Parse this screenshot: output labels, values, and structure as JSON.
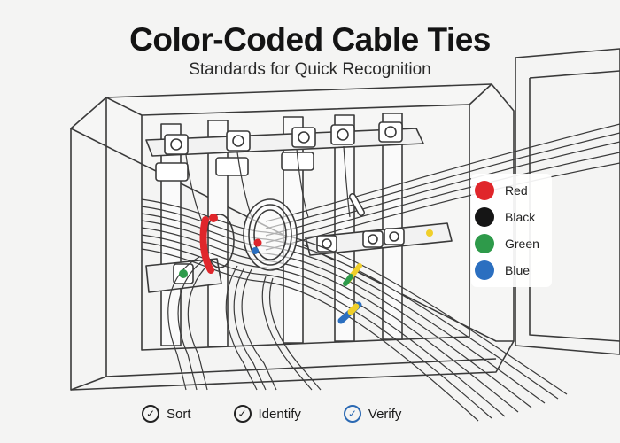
{
  "header": {
    "title": "Color-Coded Cable Ties",
    "subtitle": "Standards for Quick Recognition"
  },
  "legend": [
    {
      "label": "Red",
      "color": "#e0262b"
    },
    {
      "label": "Black",
      "color": "#151515"
    },
    {
      "label": "Green",
      "color": "#2e9a4a"
    },
    {
      "label": "Blue",
      "color": "#2b6fc0"
    }
  ],
  "actions": [
    {
      "label": "Sort",
      "icon": "check-circle-icon",
      "color": "#222222"
    },
    {
      "label": "Identify",
      "icon": "check-circle-icon",
      "color": "#222222"
    },
    {
      "label": "Verify",
      "icon": "check-circle-icon",
      "color": "#2b69b3"
    }
  ],
  "colors": {
    "line": "#3a3a3a",
    "tie_yellow": "#f0cf2a",
    "tie_white": "#ffffff"
  }
}
